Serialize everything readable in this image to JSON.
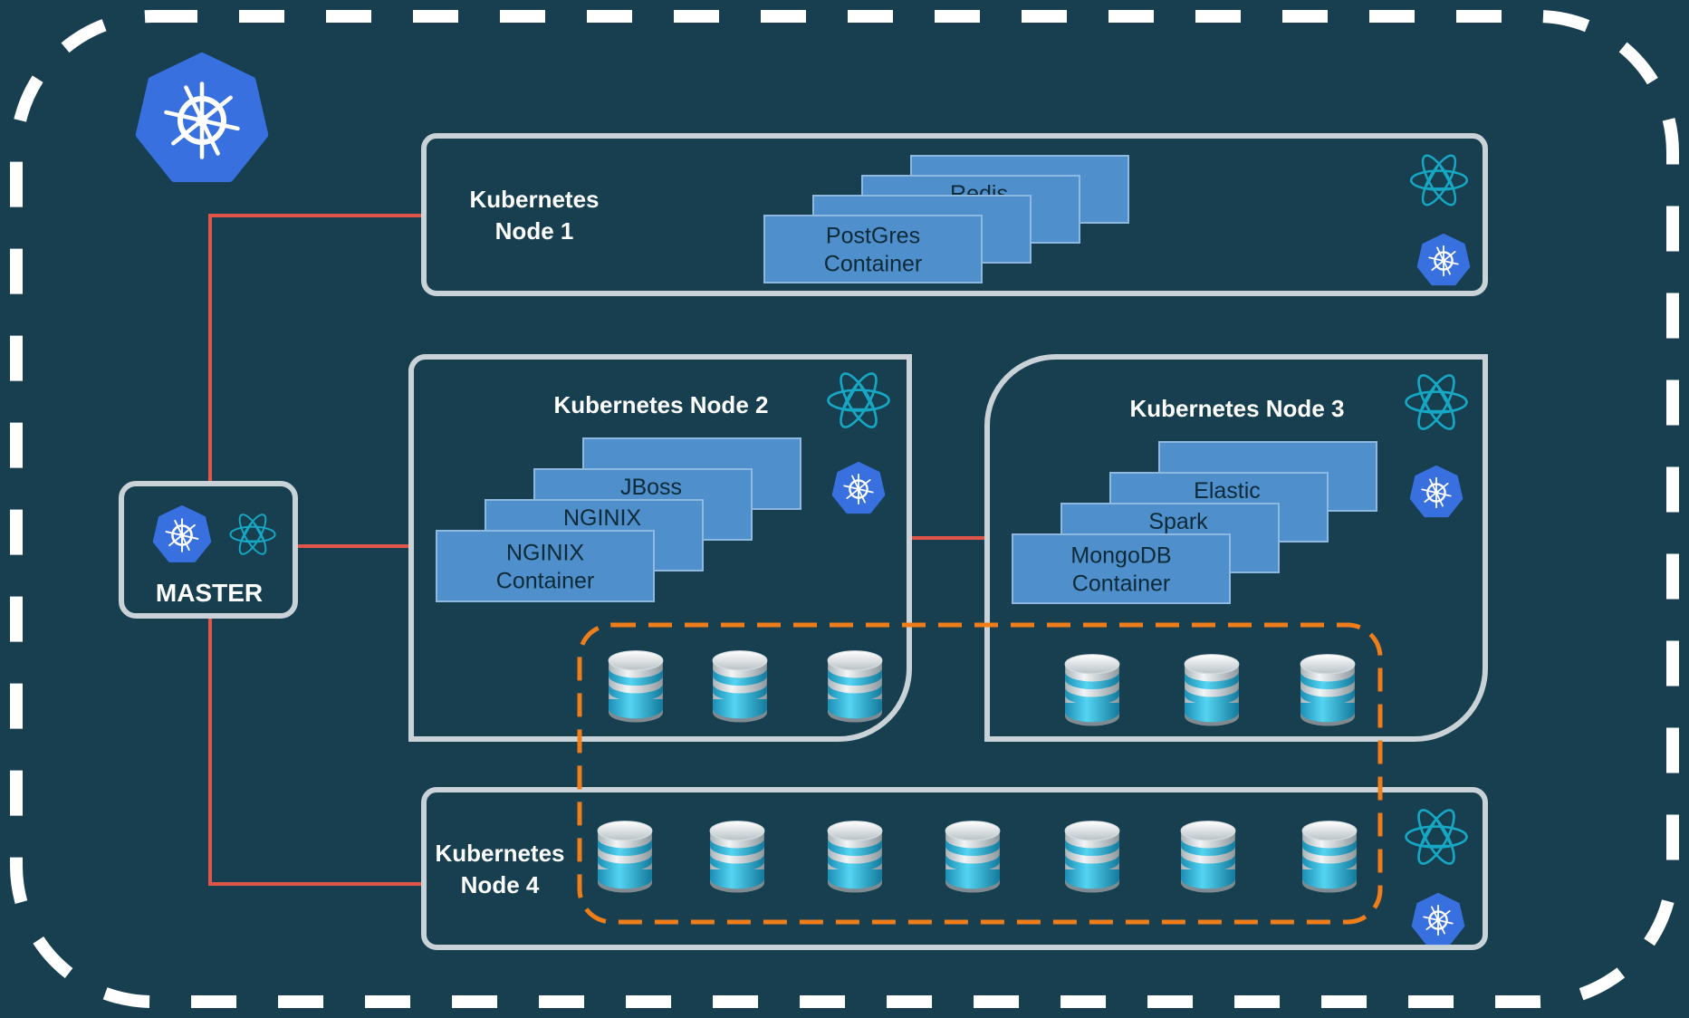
{
  "colors": {
    "background": "#173f4f",
    "frame": "#ffffff",
    "node_border": "#c9d2d6",
    "link": "#e0554a",
    "storage_pool": "#ef7d1a",
    "container_fill": "#4f8fcb",
    "container_border": "#8db8e0",
    "container_text": "#0c2a37",
    "kubernetes_blue": "#3870e0",
    "atomic_cyan": "#16a7c4"
  },
  "master": {
    "label": "MASTER",
    "icons": [
      "kubernetes-icon",
      "atomic-icon"
    ]
  },
  "nodes": [
    {
      "id": "node-1",
      "title_lines": [
        "Kubernetes",
        "Node 1"
      ],
      "containers": [
        "PostGres\nContainer",
        "",
        "Redis",
        ""
      ]
    },
    {
      "id": "node-2",
      "title": "Kubernetes Node 2",
      "containers": [
        "NGINIX\nContainer",
        "NGINIX",
        "JBoss",
        ""
      ]
    },
    {
      "id": "node-3",
      "title": "Kubernetes Node 3",
      "containers": [
        "MongoDB\nContainer",
        "Spark",
        "Elastic",
        ""
      ]
    },
    {
      "id": "node-4",
      "title_lines": [
        "Kubernetes",
        "Node 4"
      ]
    }
  ],
  "logo": {
    "icon": "kubernetes-logo-icon"
  },
  "storage": {
    "icon": "database-icon"
  }
}
